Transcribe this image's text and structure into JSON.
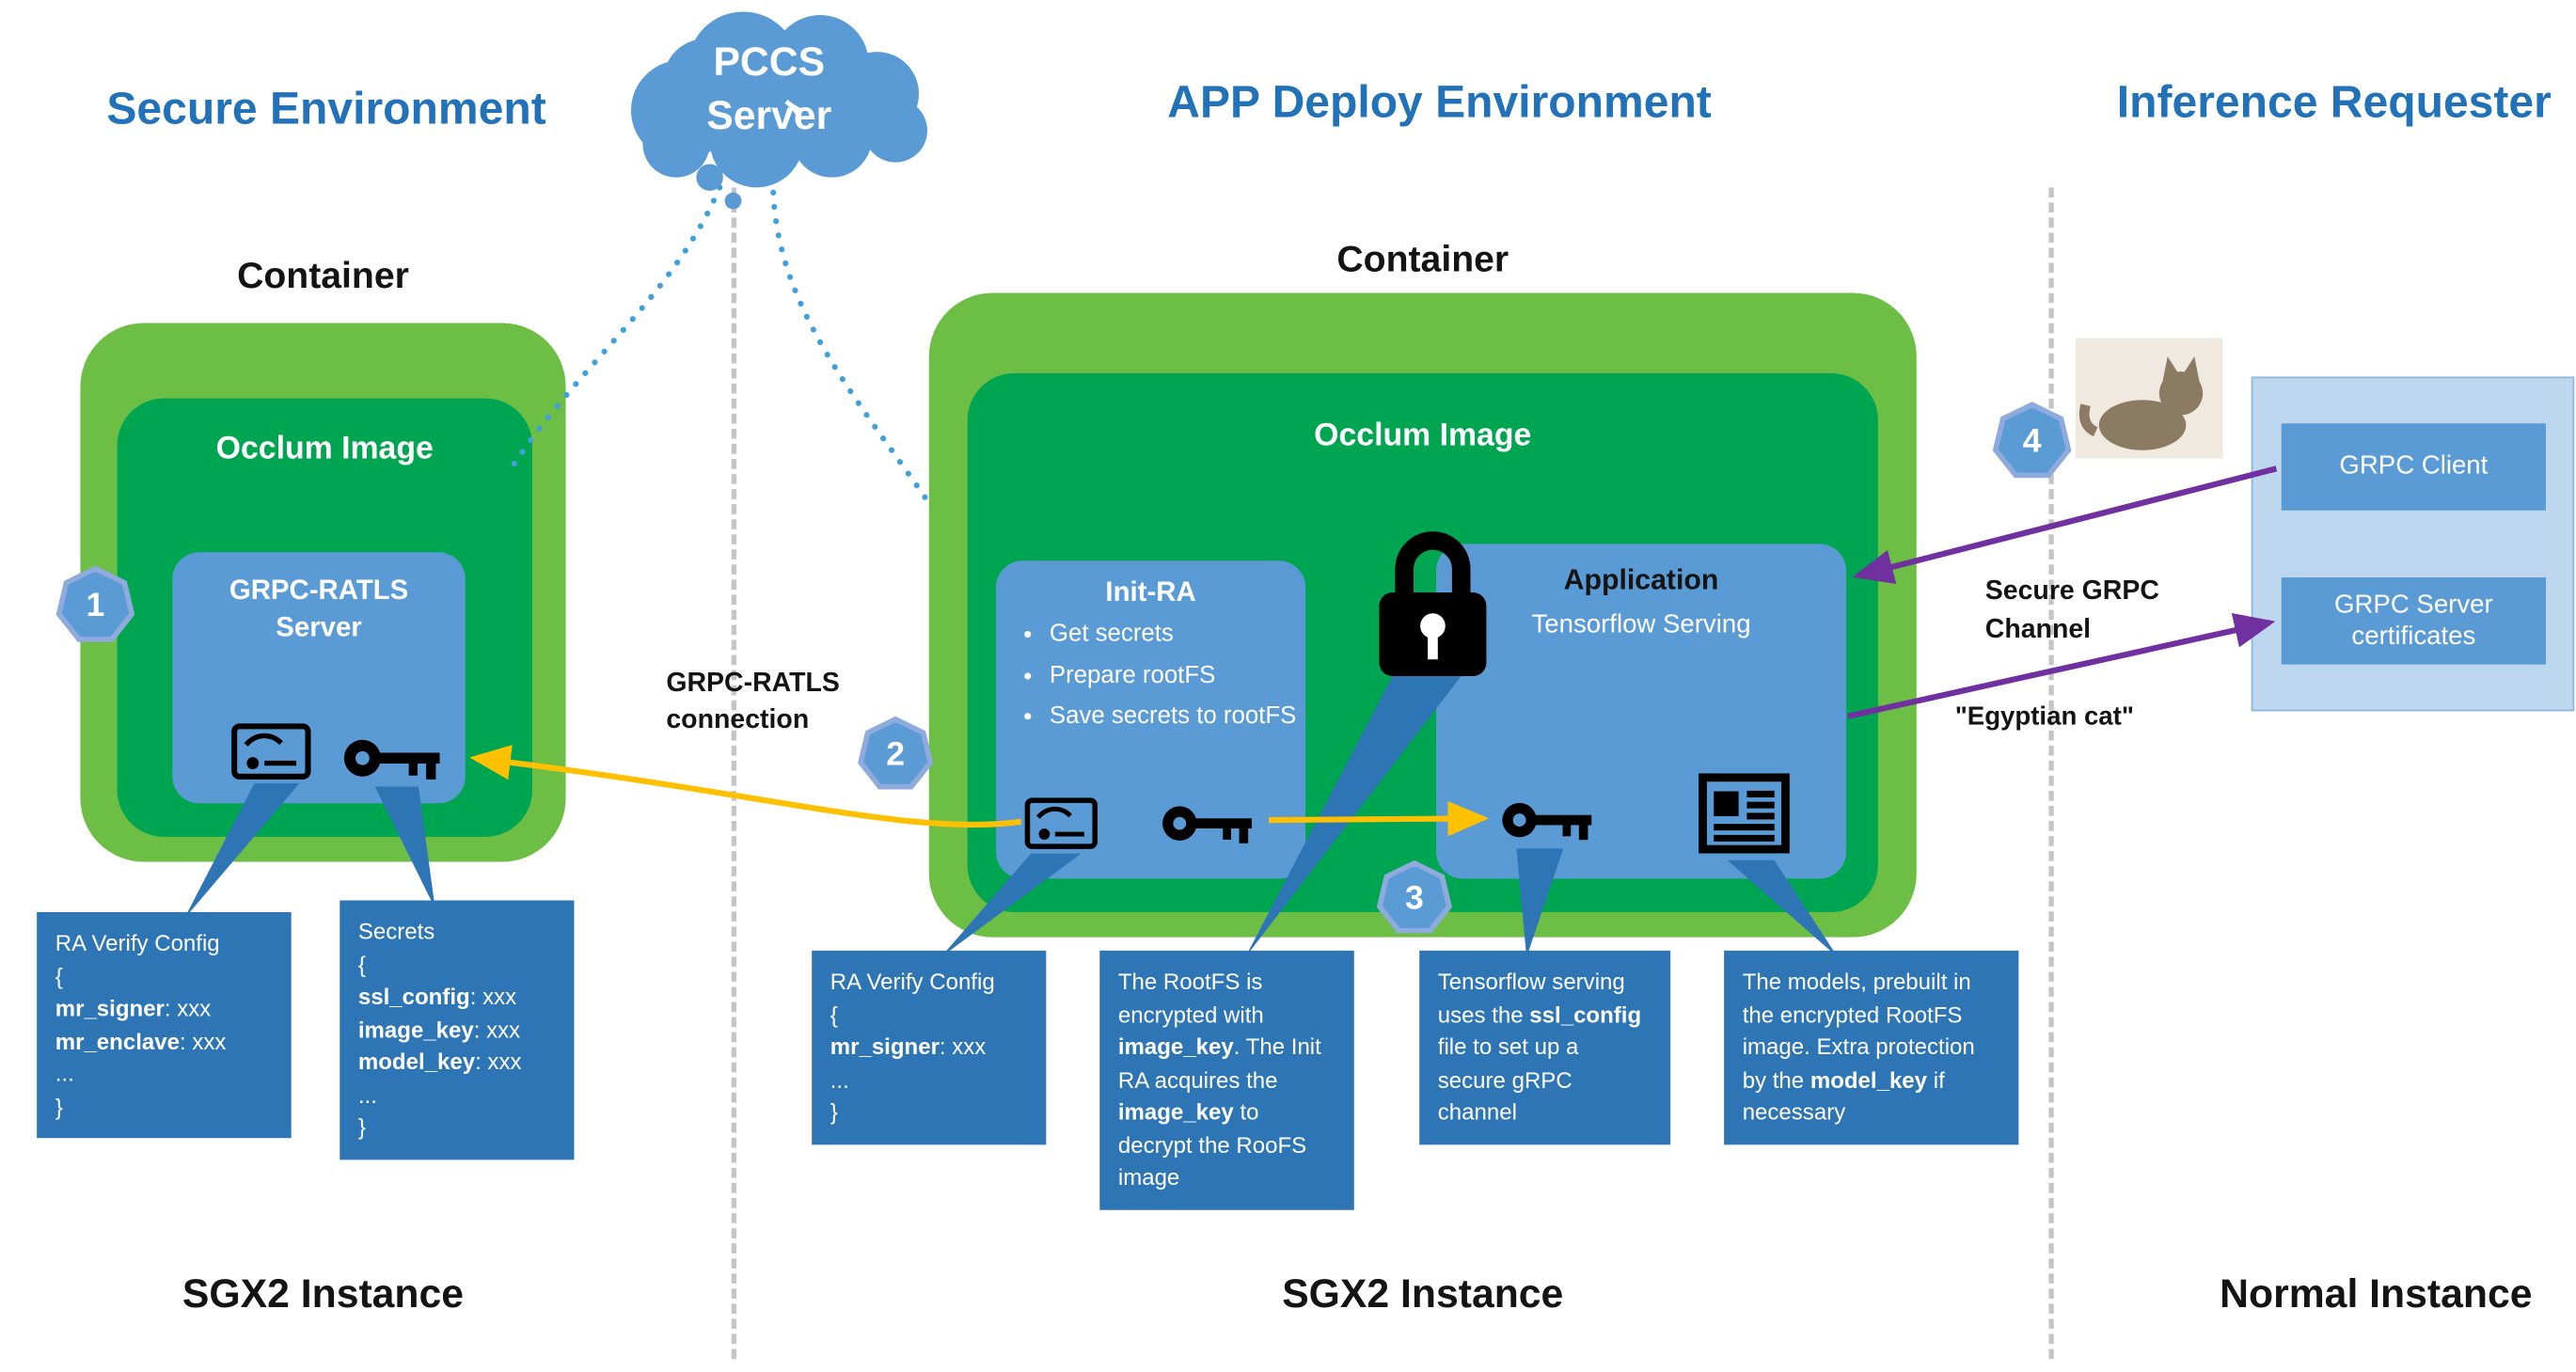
{
  "titles": {
    "secure_environment": "Secure Environment",
    "app_deploy_environment": "APP Deploy Environment",
    "inference_requester": "Inference Requester"
  },
  "cloud": {
    "line1": "PCCS",
    "line2": "Server"
  },
  "badges": {
    "b1": "1",
    "b2": "2",
    "b3": "3",
    "b4": "4"
  },
  "secure_env": {
    "container_label": "Container",
    "occlum_label": "Occlum Image",
    "server_line1": "GRPC-RATLS",
    "server_line2": "Server",
    "instance_label": "SGX2 Instance",
    "ra_callout": {
      "title": "RA Verify Config",
      "brace_open": "{",
      "entries": [
        {
          "key": "mr_signer",
          "value": ": xxx"
        },
        {
          "key": "mr_enclave",
          "value": ": xxx"
        }
      ],
      "ellipsis": "...",
      "brace_close": "}"
    },
    "secrets_callout": {
      "title": "Secrets",
      "brace_open": "{",
      "entries": [
        {
          "key": "ssl_config",
          "value": ": xxx"
        },
        {
          "key": "image_key",
          "value": ": xxx"
        },
        {
          "key": "model_key",
          "value": ": xxx"
        }
      ],
      "ellipsis": "...",
      "brace_close": "}"
    }
  },
  "connection_label": {
    "line1": "GRPC-RATLS",
    "line2": "connection"
  },
  "app_env": {
    "container_label": "Container",
    "occlum_label": "Occlum Image",
    "init_ra": {
      "title": "Init-RA",
      "bullets": [
        "Get secrets",
        "Prepare rootFS",
        "Save secrets to rootFS"
      ]
    },
    "application": {
      "title": "Application",
      "subtitle": "Tensorflow Serving"
    },
    "instance_label": "SGX2 Instance",
    "ra_callout": {
      "title": "RA Verify Config",
      "brace_open": "{",
      "entries": [
        {
          "key": "mr_signer",
          "value": ": xxx"
        }
      ],
      "ellipsis": "...",
      "brace_close": "}"
    },
    "rootfs_callout": {
      "seg0": "The RootFS is encrypted with ",
      "seg1": "image_key",
      "seg2": ". The Init RA acquires the ",
      "seg3": "image_key",
      "seg4": " to decrypt the RooFS image"
    },
    "tf_callout": {
      "seg0": "Tensorflow serving uses the ",
      "seg1": "ssl_config",
      "seg2": " file to set up a secure gRPC channel"
    },
    "models_callout": {
      "seg0": "The models, prebuilt in the encrypted RootFS image. Extra protection by the ",
      "seg1": "model_key",
      "seg2": " if necessary"
    }
  },
  "requester": {
    "grpc_client": "GRPC Client",
    "grpc_server_cert_line1": "GRPC Server",
    "grpc_server_cert_line2": "certificates",
    "channel_line1": "Secure GRPC",
    "channel_line2": "Channel",
    "egyptian_cat": "\"Egyptian cat\"",
    "instance_label": "Normal Instance"
  },
  "colors": {
    "container_green": "#6CBE45",
    "occlum_green": "#00A551",
    "box_blue": "#5B9BD5",
    "callout_blue": "#2E75B6",
    "panel_light_blue": "#BDD7EE",
    "arrow_yellow": "#FFC000",
    "arrow_purple": "#7030A0",
    "title_blue": "#2272B9"
  }
}
